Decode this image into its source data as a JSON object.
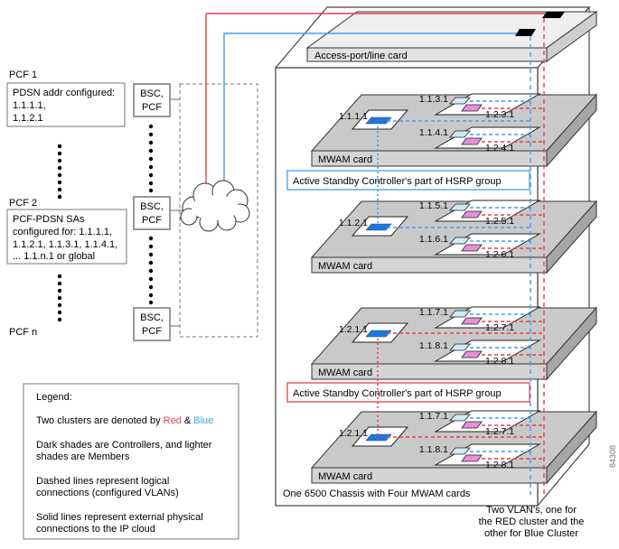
{
  "colors": {
    "red": "#e8414b",
    "blue": "#3f9ef2",
    "controller_blue": "#1f76d8",
    "member_cyan": "#cfeaf5",
    "member_pink": "#e78fd9"
  },
  "pcf_column": {
    "pcf1_label": "PCF 1",
    "pcf1_box_lines": [
      "PDSN addr configured:",
      "1.1.1.1,",
      "1.1.2.1"
    ],
    "pcf2_label": "PCF 2",
    "pcf2_box_lines": [
      "PCF-PDSN SAs",
      "configured for: 1.1.1.1,",
      "1.1.2.1, 1.1.3.1, 1.1.4.1,",
      "... 1.1.n.1 or global"
    ],
    "pcfn_label": "PCF n"
  },
  "bsc_box": {
    "line1": "BSC,",
    "line2": "PCF"
  },
  "legend": {
    "title": "Legend:",
    "two_clusters_prefix": "Two clusters are denoted by ",
    "red_word": "Red",
    "ampersand": " & ",
    "blue_word": "Blue",
    "dark_shades_lines": [
      "Dark shades are Controllers, and lighter",
      "shades are Members"
    ],
    "dashed_lines": [
      "Dashed lines represent logical",
      "connections (configured VLANs)"
    ],
    "solid_lines": [
      "Solid lines represent external physical",
      "connections to the IP cloud"
    ]
  },
  "chassis": {
    "access_card_label": "Access-port/line card",
    "mwam_label": "MWAM card",
    "bottom_label": "One 6500 Chassis with Four MWAM cards"
  },
  "hsrp": {
    "blue_label": "Active Standby Controller's part of HSRP group",
    "red_label": "Active Standby Controller's part of HSRP group"
  },
  "cards": [
    {
      "controller_ip": "1.1.1.1",
      "members": [
        {
          "blue": "1.1.3.1",
          "red": "1.2.3.1"
        },
        {
          "blue": "1.1.4.1",
          "red": "1.2.4.1"
        }
      ]
    },
    {
      "controller_ip": "1.1.2.1",
      "members": [
        {
          "blue": "1.1.5.1",
          "red": "1.2.5.1"
        },
        {
          "blue": "1.1.6.1",
          "red": "1.2.6.1"
        }
      ]
    },
    {
      "controller_ip": "1.2.1.1",
      "members": [
        {
          "blue": "1.1.7.1",
          "red": "1.2.7.1"
        },
        {
          "blue": "1.1.8.1",
          "red": "1.2.8.1"
        }
      ]
    },
    {
      "controller_ip": "1.2.1.1",
      "members": [
        {
          "blue": "1.1.7.1",
          "red": "1.2.7.1"
        },
        {
          "blue": "1.1.8.1",
          "red": "1.2.8.1"
        }
      ]
    }
  ],
  "captions": {
    "vlan_note_lines": [
      "Two VLAN's, one for",
      "the RED cluster and the",
      "other for Blue Cluster"
    ],
    "figure_number": "84308"
  }
}
